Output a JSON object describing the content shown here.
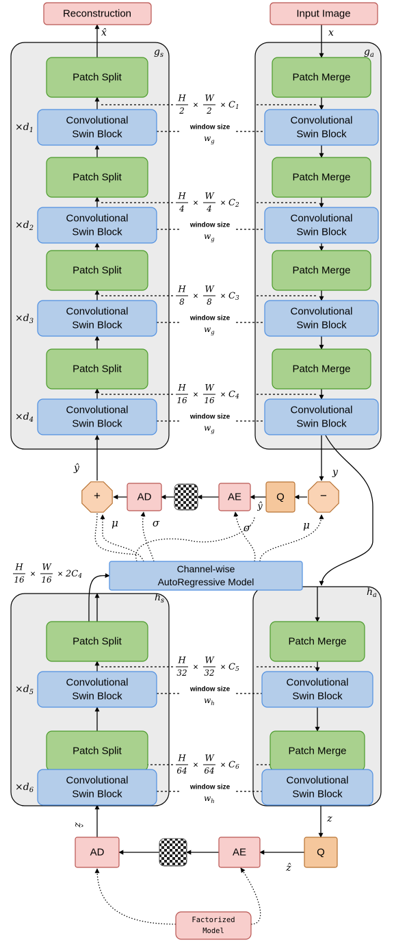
{
  "labels": {
    "reconstruction": "Reconstruction",
    "input_image": "Input Image",
    "patch_split": "Patch Split",
    "patch_merge": "Patch Merge",
    "conv_swin_line1": "Convolutional",
    "conv_swin_line2": "Swin Block",
    "window_size": "window size",
    "ad": "AD",
    "ae": "AE",
    "q": "Q",
    "plus": "+",
    "minus": "−",
    "channel_model_line1": "Channel-wise",
    "channel_model_line2": "AutoRegressive Model",
    "factorized_line1": "Factorized",
    "factorized_line2": "Model"
  },
  "math": {
    "x_hat": "x̂",
    "x": "x",
    "y": "y",
    "y_hat": "ŷ",
    "z": "z",
    "z_hat": "ẑ",
    "mu": "μ",
    "sigma": "σ",
    "times": "×",
    "H": "H",
    "W": "W",
    "g_s": "s",
    "g_a": "a",
    "h_s": "s",
    "h_a": "a",
    "g": "g",
    "h": "h",
    "w": "w",
    "C": "C",
    "d": "d",
    "two_C4": "2C",
    "sub_4": "4"
  },
  "stages": [
    {
      "depth": "1",
      "den": "2",
      "channel": "1",
      "win": "g"
    },
    {
      "depth": "2",
      "den": "4",
      "channel": "2",
      "win": "g"
    },
    {
      "depth": "3",
      "den": "8",
      "channel": "3",
      "win": "g"
    },
    {
      "depth": "4",
      "den": "16",
      "channel": "4",
      "win": "g"
    }
  ],
  "hyper_stages": [
    {
      "depth": "5",
      "den": "32",
      "channel": "5",
      "win": "h"
    },
    {
      "depth": "6",
      "den": "64",
      "channel": "6",
      "win": "h"
    }
  ],
  "side_annotation": {
    "den": "16"
  },
  "colors": {
    "panel_fill": "#ebebeb",
    "green_fill": "#a9d18e",
    "green_stroke": "#4a9a2a",
    "blue_fill": "#b4cdea",
    "blue_stroke": "#4f8fe0",
    "red_fill": "#f8cecc",
    "red_stroke": "#b85450",
    "orange_fill": "#f5c79c",
    "orange_stroke": "#b87333",
    "octagon_fill": "#fad3b4"
  }
}
